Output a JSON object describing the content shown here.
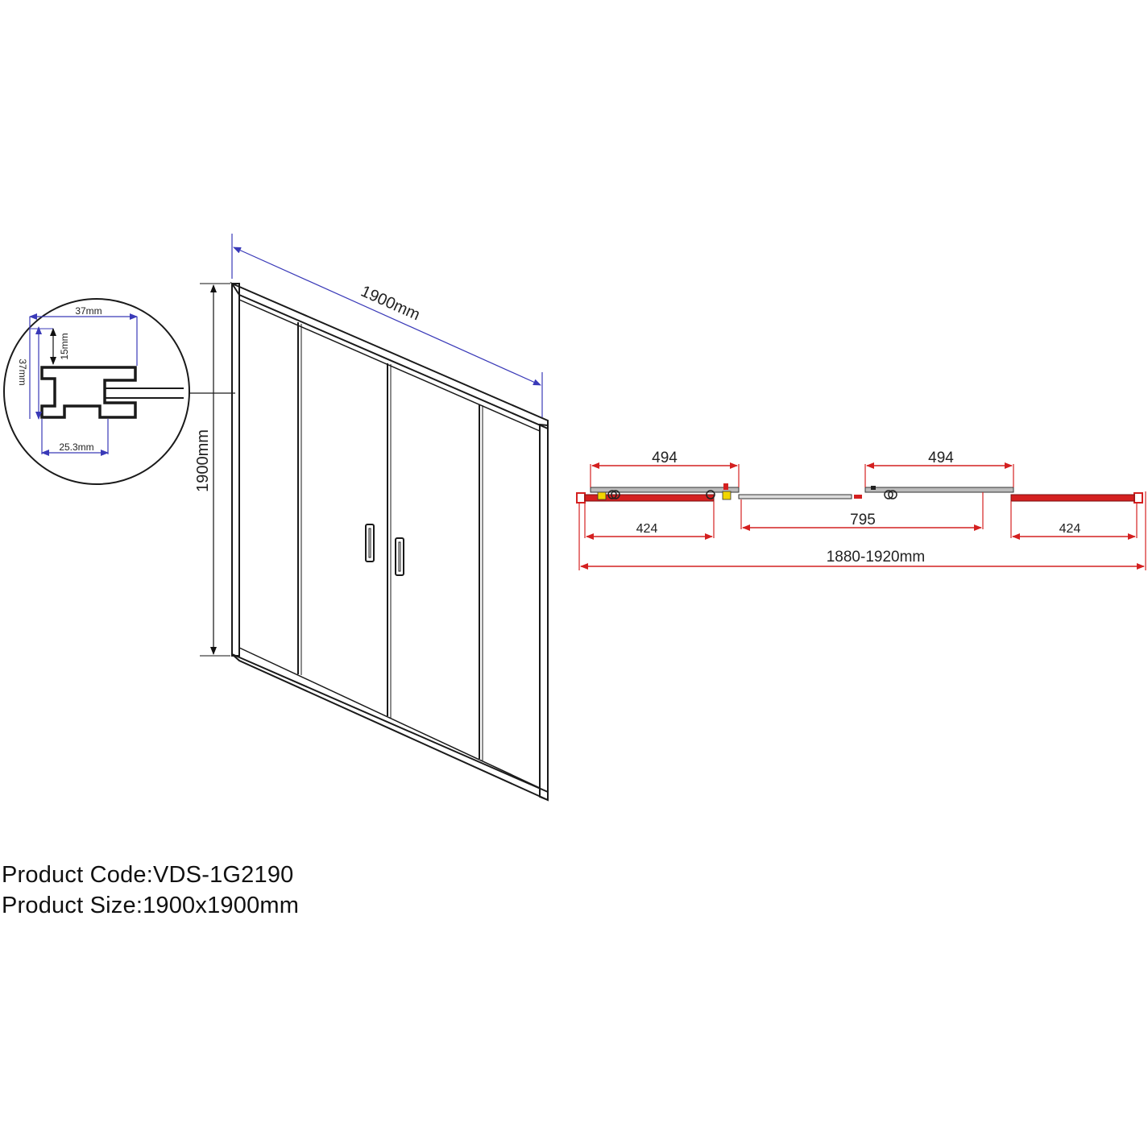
{
  "colors": {
    "frame": "#1a1a1a",
    "dimension_blue": "#3a3ab8",
    "dimension_red": "#d42020",
    "seal_yellow": "#f2d600"
  },
  "perspective_view": {
    "width_label": "1900mm",
    "height_label": "1900mm"
  },
  "profile_detail": {
    "top_width_label": "37mm",
    "height_label": "37mm",
    "inner_depth_label": "15mm",
    "bottom_width_label": "25.3mm"
  },
  "top_view": {
    "left_panel_label": "494",
    "right_panel_label": "494",
    "left_fixed_label": "424",
    "center_opening_label": "795",
    "right_fixed_label": "424",
    "total_range_label": "1880-1920mm"
  },
  "product_info": {
    "code_line": "Product Code:VDS-1G2190",
    "size_line": "Product Size:1900x1900mm"
  }
}
